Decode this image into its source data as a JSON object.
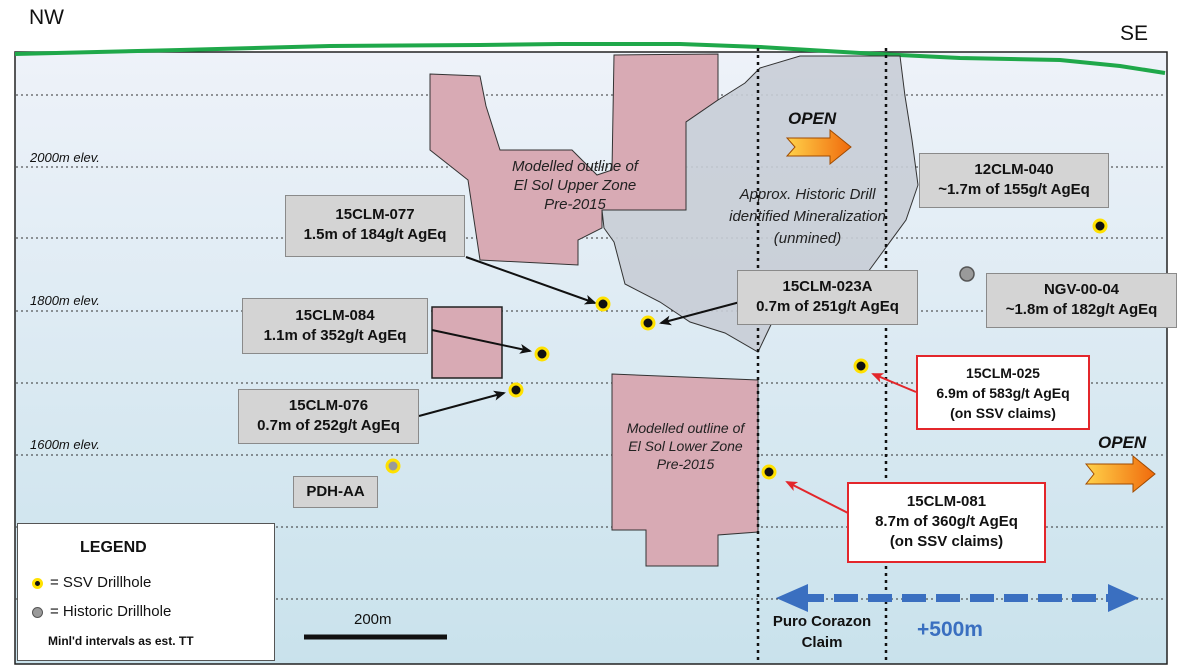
{
  "directions": {
    "left": "NW",
    "right": "SE"
  },
  "elevations": [
    "2000m elev.",
    "1800m elev.",
    "1600m elev."
  ],
  "zones": {
    "upper": [
      "Modelled outline of",
      "El Sol  Upper Zone",
      "Pre-2015"
    ],
    "historic": [
      "Approx. Historic Drill",
      "identified Mineralization",
      "(unmined)"
    ],
    "lower": [
      "Modelled outline of",
      "El Sol Lower Zone",
      "Pre-2015"
    ]
  },
  "open_labels": {
    "top": "OPEN",
    "right": "OPEN"
  },
  "drillholes": [
    {
      "name": "15CLM-077",
      "result": "1.5m of 184g/t AgEq",
      "type": "SSV"
    },
    {
      "name": "15CLM-084",
      "result": "1.1m of 352g/t AgEq",
      "type": "SSV"
    },
    {
      "name": "15CLM-076",
      "result": "0.7m of 252g/t AgEq",
      "type": "SSV"
    },
    {
      "name": "PDH-AA",
      "type": "Historic"
    },
    {
      "name": "15CLM-023A",
      "result": "0.7m of 251g/t AgEq",
      "type": "SSV"
    },
    {
      "name": "12CLM-040",
      "result": "~1.7m of 155g/t AgEq",
      "type": "SSV"
    },
    {
      "name": "NGV-00-04",
      "result": "~1.8m of 182g/t AgEq",
      "type": "Historic"
    },
    {
      "name": "15CLM-025",
      "result": "6.9m of 583g/t AgEq",
      "note": "(on SSV claims)",
      "type": "SSV"
    },
    {
      "name": "15CLM-081",
      "result": "8.7m of 360g/t AgEq",
      "note": "(on SSV claims)",
      "type": "SSV"
    }
  ],
  "claim": {
    "line1": "Puro Corazon",
    "line2": "Claim"
  },
  "extent_label": "+500m",
  "scale_bar_label": "200m",
  "legend": {
    "title": "LEGEND",
    "ssv": "= SSV Drillhole",
    "historic": "= Historic Drillhole",
    "note": "Minl'd intervals as est. TT"
  },
  "colors": {
    "surface": "#1fa84a",
    "zone_fill": "#d8aab4",
    "historic_fill": "#c8cdd6",
    "ssv_hole": "#ffe100",
    "callout_red": "#e3262b",
    "extent_arrow": "#3a6fc0"
  }
}
